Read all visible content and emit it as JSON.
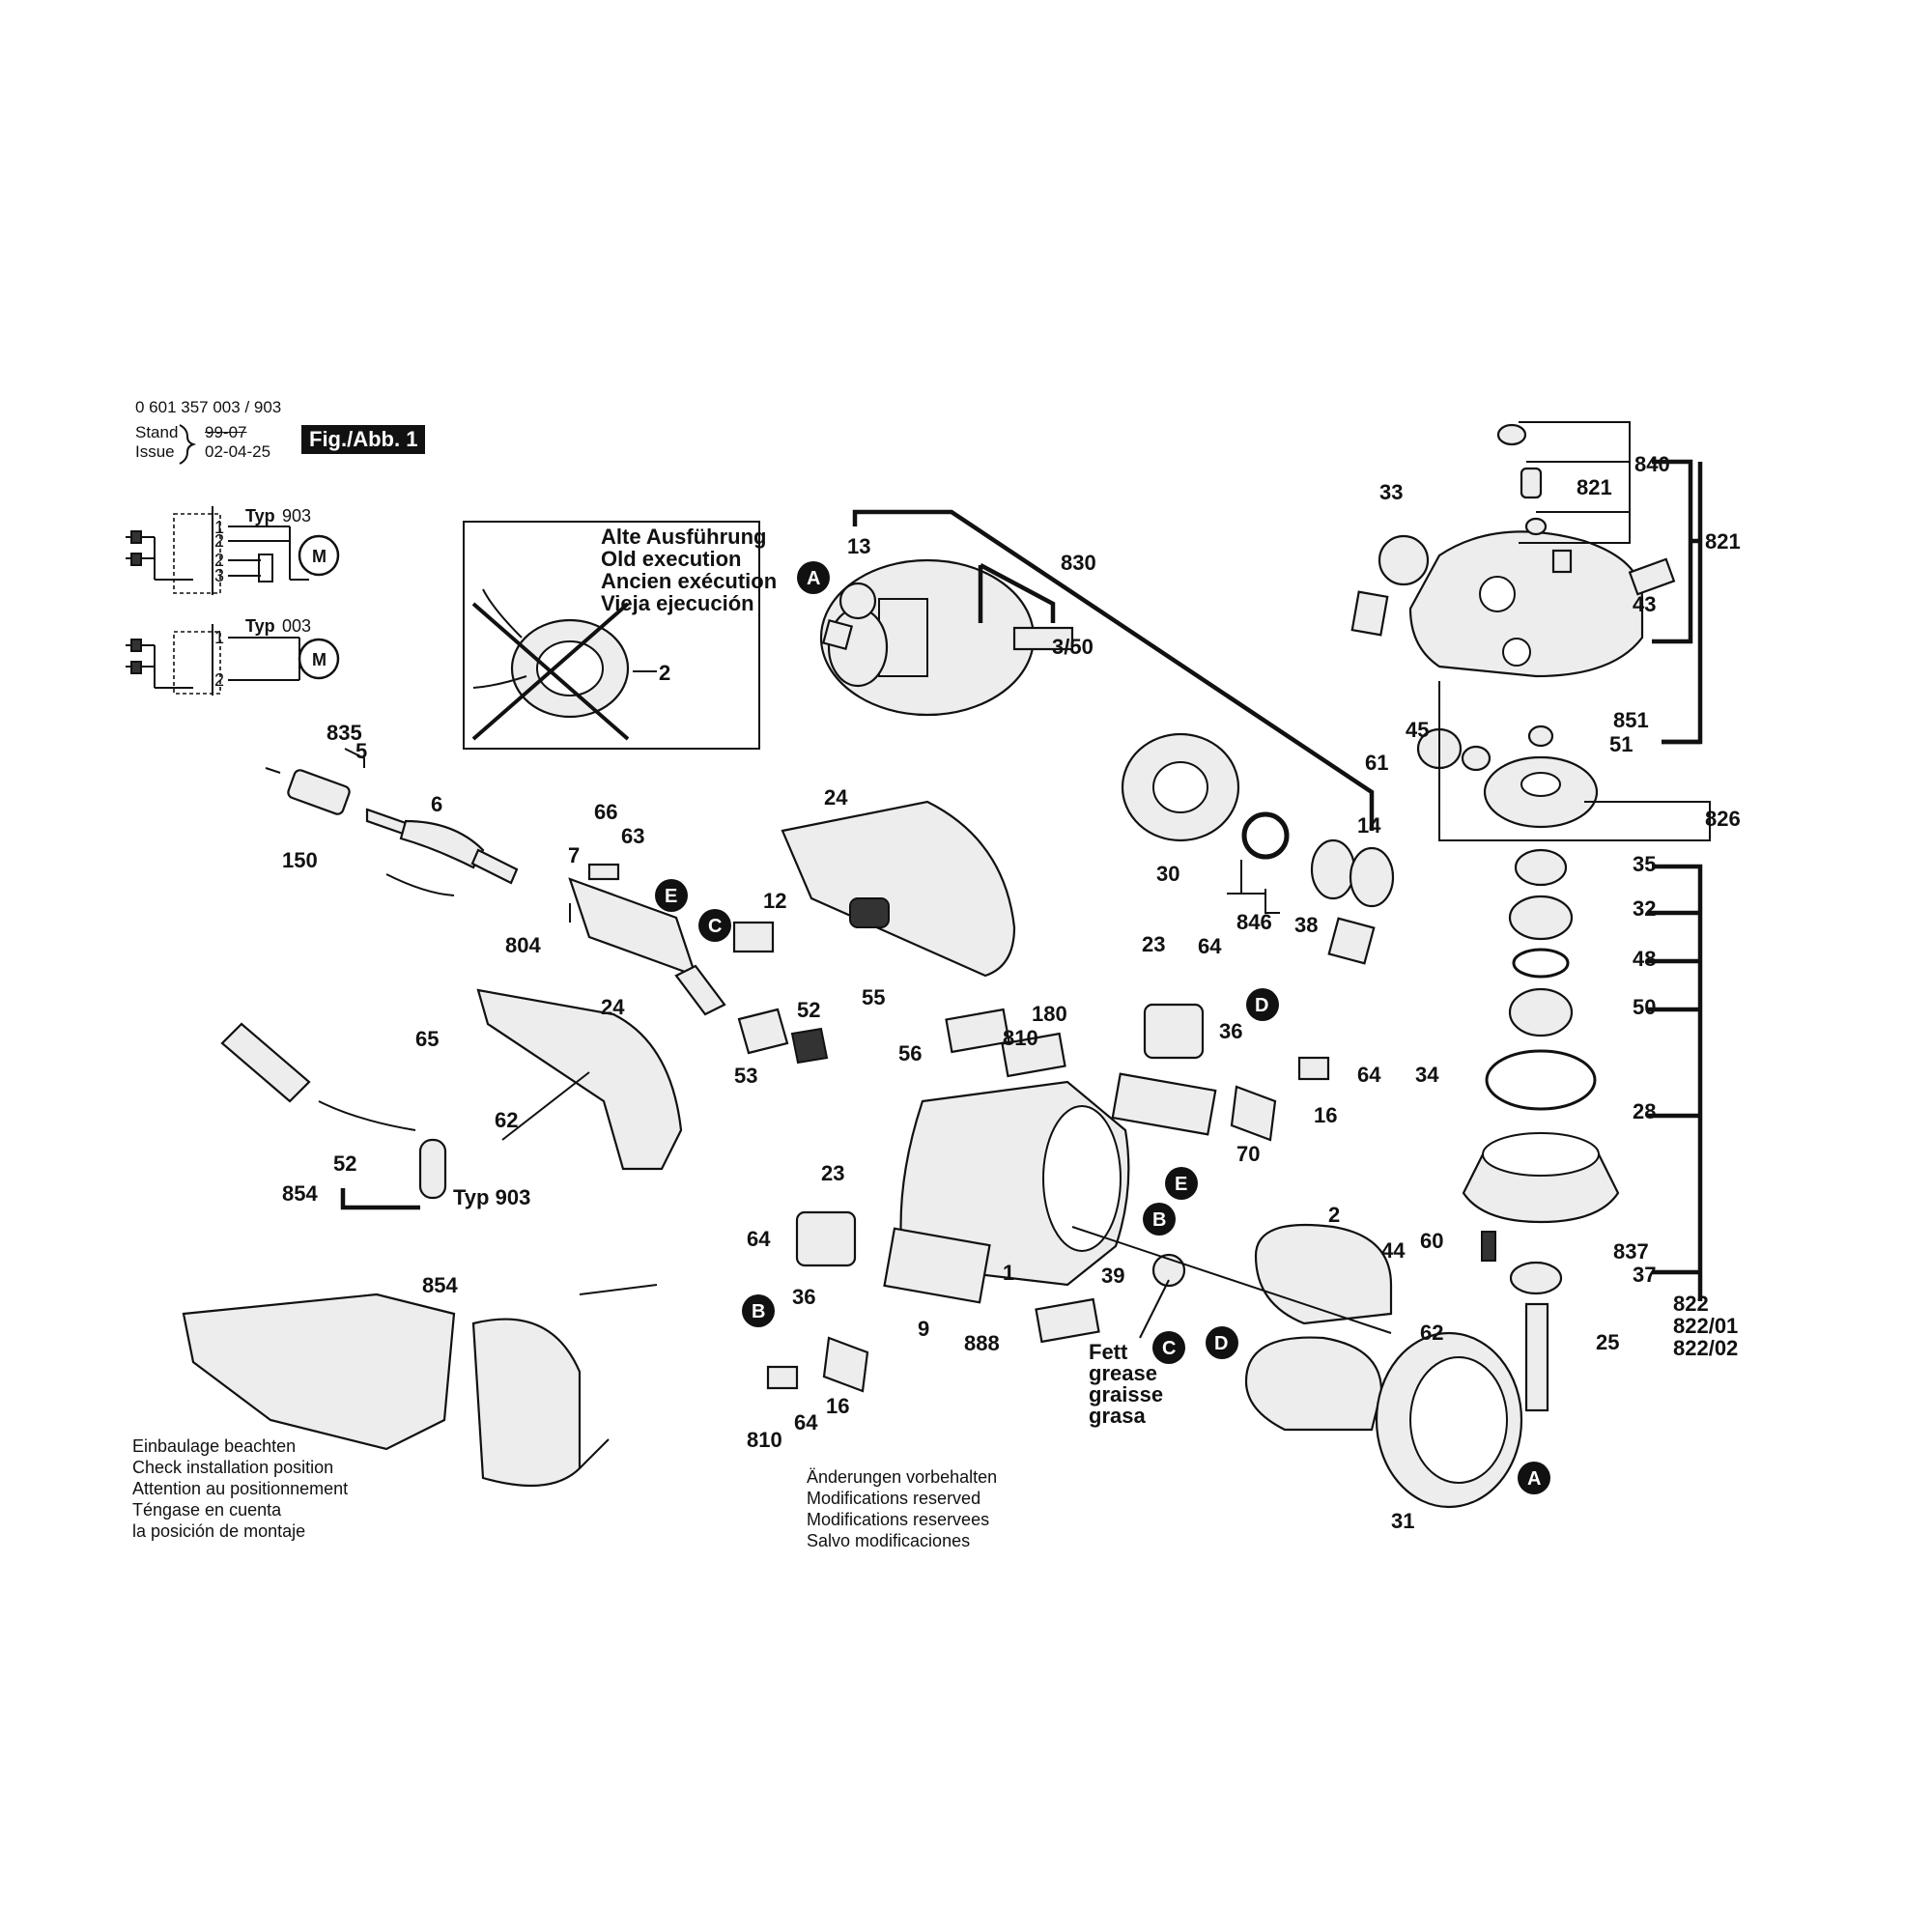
{
  "header": {
    "part_number": "0 601 357 003 / 903",
    "stand_label": "Stand",
    "stand_value": "99-07",
    "issue_label": "Issue",
    "issue_value": "02-04-25",
    "figure_label": "Fig./Abb. 1"
  },
  "old_execution_box": {
    "lines": [
      "Alte Ausführung",
      "Old execution",
      "Ancien exécution",
      "Vieja ejecución"
    ],
    "part_label": "2"
  },
  "wiring": {
    "typ_903_label": "Typ",
    "typ_903_value": "903",
    "typ_003_label": "Typ",
    "typ_003_value": "003",
    "motor_symbol": "M",
    "terminals_903": [
      "1",
      "2",
      "2",
      "3"
    ],
    "terminals_003": [
      "1",
      "2"
    ]
  },
  "callouts": {
    "circle_labels": [
      "A",
      "A",
      "B",
      "B",
      "C",
      "C",
      "D",
      "D",
      "E",
      "E"
    ],
    "part_numbers": [
      "1",
      "2",
      "5",
      "6",
      "7",
      "9",
      "12",
      "13",
      "14",
      "16",
      "16",
      "23",
      "23",
      "24",
      "24",
      "25",
      "28",
      "30",
      "31",
      "32",
      "33",
      "34",
      "35",
      "36",
      "36",
      "37",
      "38",
      "39",
      "43",
      "44",
      "45",
      "48",
      "50",
      "51",
      "52",
      "52",
      "53",
      "55",
      "56",
      "60",
      "61",
      "62",
      "62",
      "63",
      "64",
      "64",
      "64",
      "64",
      "65",
      "66",
      "70",
      "150",
      "180",
      "804",
      "810",
      "810",
      "821",
      "821",
      "826",
      "830",
      "835",
      "837",
      "840",
      "846",
      "851",
      "854",
      "854",
      "888"
    ],
    "range_labels": [
      "3/50",
      "822",
      "822/01",
      "822/02"
    ],
    "typ_903_cord": "Typ 903"
  },
  "grease_note": [
    "Fett",
    "grease",
    "graisse",
    "grasa"
  ],
  "install_note": [
    "Einbaulage beachten",
    "Check installation position",
    "Attention au positionnement",
    "Téngase en cuenta",
    "la posición de montaje"
  ],
  "modifications_note": [
    "Änderungen vorbehalten",
    "Modifications reserved",
    "Modifications reservees",
    "Salvo modificaciones"
  ]
}
